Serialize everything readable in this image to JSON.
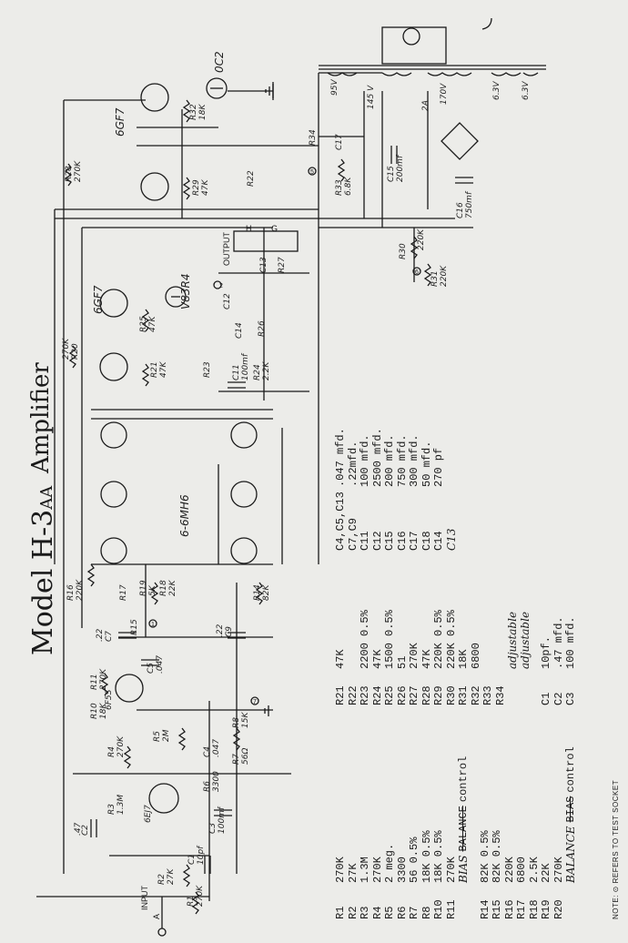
{
  "title": {
    "model": "Model H-3",
    "suffix": "AA",
    "name": "Amplifier"
  },
  "labels": {
    "input": "INPUT",
    "input_a": "A",
    "output": "OUTPUT",
    "out_h": "H",
    "out_g": "G",
    "tube_6ej7": "6EJ7",
    "tube_6f5s": "6F5S",
    "tube_6gf7_a": "6GF7",
    "tube_6gf7_b": "6GF7",
    "tube_0c2": "0C2",
    "tube_v83r4": "V83R4",
    "tube_6mh6": "6-6MH6",
    "r2": "R2",
    "r2v": "27K",
    "r1": "R1",
    "r1v": "270K",
    "c1": "C1",
    "c1v": "10pf",
    "r3": "R3",
    "r3v": "1.3M",
    "c2": "C2",
    "c2v": ".47",
    "r4": "R4",
    "r4v": "270K",
    "r5": "R5",
    "r5v": "2M",
    "r6": "R6",
    "r6v": "3300",
    "c4": "C4",
    "c4v": ".047",
    "r7": "R7",
    "r7v": "56Ω",
    "r8": "R8",
    "r8v": "15K",
    "c3": "C3",
    "c3v": "100mf",
    "r10": "R10",
    "r10v": "18K",
    "r11": "R11",
    "r11v": "270K",
    "c5": "C5",
    "c5v": ".047",
    "c7": "C7",
    "c7v": ".22",
    "c9": "C9",
    "c9v": ".22",
    "r15": "R15",
    "r17": "R17",
    "r16": "R16",
    "r16v": "220K",
    "r19": "R19",
    "r19v": "5K",
    "r18": "R18",
    "r18v": "22K",
    "r14": "R14",
    "r14v": "82K",
    "r21": "R21",
    "r21v": "47K",
    "r25": "R25",
    "r25v": "47K",
    "r20": "R20",
    "r20v": "270K",
    "r23": "R23",
    "c11": "C11",
    "c11v": "100mf",
    "r24": "R24",
    "r24v": "2.2K",
    "c14": "C14",
    "c12": "C12",
    "r26": "R26",
    "c13": "C13",
    "r27": "R27",
    "r28": "R28",
    "r28v": "270K",
    "r29": "R29",
    "r29v": "47K",
    "r32": "R32",
    "r32v": "18K",
    "r22": "R22",
    "r34": "R34",
    "r33": "R33",
    "r33v": "6.8K",
    "c17": "C17",
    "c15": "C15",
    "c15v": "200mf",
    "c16": "C16",
    "c16v": "750mf",
    "r30": "R30",
    "r30v": "220K",
    "r31": "R31",
    "r31v": "220K",
    "v145": "145 V",
    "v95": "95V",
    "v170": "170V",
    "v63a": "6.3V",
    "v63b": "6.3V",
    "i2a": "2A",
    "n1": "1",
    "n2": "2",
    "n5": "5",
    "n6": "6",
    "n7": "7"
  },
  "parts_left": [
    {
      "ref": "R1",
      "val": "270K"
    },
    {
      "ref": "R2",
      "val": "27K"
    },
    {
      "ref": "R3",
      "val": "1.3M"
    },
    {
      "ref": "R4",
      "val": "270K"
    },
    {
      "ref": "R5",
      "val": "2 meg."
    },
    {
      "ref": "R6",
      "val": "3300"
    },
    {
      "ref": "R7",
      "val": "56 0.5%"
    },
    {
      "ref": "R8",
      "val": "18K 0.5%"
    },
    {
      "ref": "R10",
      "val": "18K 0.5%"
    },
    {
      "ref": "R11",
      "val": "270K"
    }
  ],
  "r5_note": {
    "struck": "BALANCE",
    "hand": "BIAS",
    "word": "control"
  },
  "parts_left2": [
    {
      "ref": "R14",
      "val": "82K 0.5%"
    },
    {
      "ref": "R15",
      "val": "82K 0.5%"
    },
    {
      "ref": "R16",
      "val": "220K"
    },
    {
      "ref": "R17",
      "val": "6800"
    },
    {
      "ref": "R18",
      "val": "2.5K"
    },
    {
      "ref": "R19",
      "val": "22K"
    },
    {
      "ref": "R20",
      "val": "270K"
    }
  ],
  "r18_note": {
    "hand": "BALANCE",
    "struck": "BIAS",
    "word": "control"
  },
  "parts_mid": [
    {
      "ref": "R21",
      "val": "47K"
    },
    {
      "ref": "R22",
      "val": ""
    },
    {
      "ref": "R23",
      "val": "2200 0.5%"
    },
    {
      "ref": "R24",
      "val": "47K"
    },
    {
      "ref": "R25",
      "val": "1500 0.5%"
    },
    {
      "ref": "R26",
      "val": "51"
    },
    {
      "ref": "R27",
      "val": "270K"
    },
    {
      "ref": "R28",
      "val": "47K"
    },
    {
      "ref": "R29",
      "val": "220K 0.5%"
    },
    {
      "ref": "R30",
      "val": "220K 0.5%"
    },
    {
      "ref": "R31",
      "val": "18K"
    },
    {
      "ref": "R32",
      "val": "6800"
    },
    {
      "ref": "R33",
      "val": ""
    },
    {
      "ref": "R34",
      "val": ""
    }
  ],
  "parts_mid_hand": {
    "r22": "adjustable",
    "r34": "adjustable"
  },
  "parts_mid2": [
    {
      "ref": "C1",
      "val": "10pf."
    },
    {
      "ref": "C2",
      "val": ".47 mfd."
    },
    {
      "ref": "C3",
      "val": "100 mfd."
    }
  ],
  "parts_right": [
    {
      "ref": "C4,C5,C13",
      "val": ".047 mfd."
    },
    {
      "ref": "C7,C9",
      "val": ".22mfd."
    },
    {
      "ref": "C11",
      "val": "100 mfd."
    },
    {
      "ref": "C12",
      "val": "2500 mfd."
    },
    {
      "ref": "C15",
      "val": "200 mfd."
    },
    {
      "ref": "C16",
      "val": "750 mfd."
    },
    {
      "ref": "C17",
      "val": "300 mfd."
    },
    {
      "ref": "C18",
      "val": "50 mfd."
    },
    {
      "ref": "C14",
      "val": "270 pf"
    }
  ],
  "c14_hand": "C13",
  "notes": "NOTE: ⊙ REFERS TO TEST SOCKET"
}
